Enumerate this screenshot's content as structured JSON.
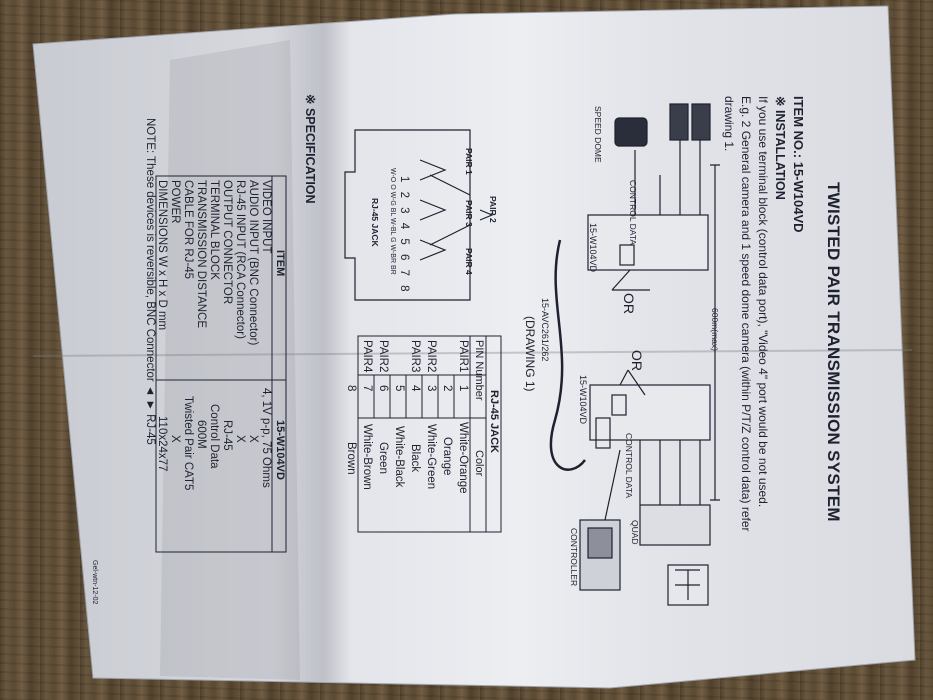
{
  "title": "TWISTED PAIR TRANSMISSION SYSTEM",
  "item_no": "ITEM NO.: 15-W104VD",
  "installation": {
    "heading": "※  INSTALLATION",
    "line1": "If you use terminal block (control data port), \"Video 4\" port would be not used.",
    "line2": "E.g. 2 General camera and 1 speed dome camera (within P/T/Z control data) refer",
    "line3": "drawing 1."
  },
  "drawing": {
    "speed_dome": "SPEED DOME",
    "control_data_left": "CONTROL DATA",
    "control_data_right": "CONTROL DATA",
    "unit_left": "15-W104VD",
    "unit_right": "15-W104VD",
    "or_left": "OR",
    "or_right": "OR",
    "distance": "600m(max)",
    "cable": "15-AVC261/262",
    "caption": "(DRAWING 1)",
    "quad": "QUAD",
    "controller": "CONTROLLER"
  },
  "jack_diagram": {
    "pair2": "PAIR 2",
    "pair1": "PAIR 1",
    "pair3": "PAIR 3",
    "pair4": "PAIR 4",
    "pins": "1 2 3 4 5 6 7 8",
    "wires": "W-O O W-G BL W-BL G W-BR BR",
    "label": "RJ-45 JACK"
  },
  "rj45_table": {
    "title": "RJ-45 JACK",
    "headers": [
      "PIN Number",
      "Color"
    ],
    "rows": [
      [
        "PAIR1",
        "1",
        "White-Orange"
      ],
      [
        "",
        "2",
        "Orange"
      ],
      [
        "PAIR2",
        "3",
        "White-Green"
      ],
      [
        "PAIR3",
        "4",
        "Black"
      ],
      [
        "",
        "5",
        "White-Black"
      ],
      [
        "PAIR2",
        "6",
        "Green"
      ],
      [
        "PAIR4",
        "7",
        "White-Brown"
      ],
      [
        "",
        "8",
        "Brown"
      ]
    ]
  },
  "specification": {
    "heading": "※  SPECIFICATION",
    "col_item": "ITEM",
    "col_model": "15-W104VD",
    "rows": [
      [
        "VIDEO INPUT",
        "4, 1V p-p, 75 Ohms"
      ],
      [
        "AUDIO INPUT (BNC Connector)",
        "X"
      ],
      [
        "RJ-45 INPUT (RCA Connector)",
        "X"
      ],
      [
        "OUTPUT CONNECTOR",
        "RJ-45"
      ],
      [
        "TERMINAL BLOCK",
        "Control Data"
      ],
      [
        "TRANSMISSION DISTANCE",
        "600M"
      ],
      [
        "CABLE FOR RJ-45",
        "Twisted Pair CAT5"
      ],
      [
        "POWER",
        "X"
      ],
      [
        "DIMENSIONS  W x H x D mm",
        "110x24x77"
      ]
    ],
    "note": "NOTE: These devices is reversible, BNC Connector ◄ ► RJ-45"
  },
  "footer_code": "Gel-wtn-12-02"
}
